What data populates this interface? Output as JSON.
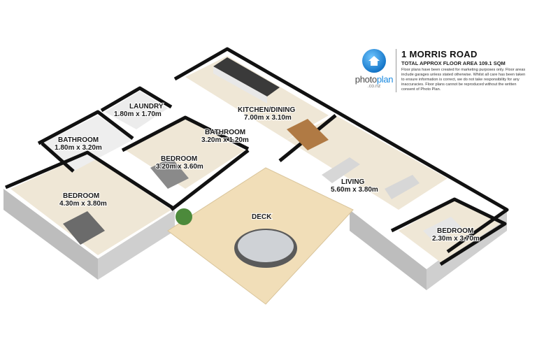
{
  "header": {
    "address": "1 MORRIS ROAD",
    "total_area": "TOTAL APPROX FLOOR AREA 109.1 SQM",
    "disclaimer": "Floor plans have been created for marketing purposes only. Floor areas include garages unless stated otherwise. Whilst all care has been taken to ensure information is correct, we do not take responsibility for any inaccuracies. Floor plans cannot be reproduced without the written consent of Photo Plan."
  },
  "brand": {
    "name_part1": "photo",
    "name_part2": "plan",
    "domain": ".co.nz",
    "icon": "house-icon"
  },
  "rooms": {
    "laundry": {
      "name": "LAUNDRY",
      "dims": "1.80m x 1.70m"
    },
    "kitchen": {
      "name": "KITCHEN/DINING",
      "dims": "7.00m x 3.10m"
    },
    "bathroom1": {
      "name": "BATHROOM",
      "dims": "1.80m x 3.20m"
    },
    "bathroom2": {
      "name": "BATHROOM",
      "dims": "3.20m x 1.20m"
    },
    "bedroom1": {
      "name": "BEDROOM",
      "dims": "3.20m x 3.60m"
    },
    "bedroom2": {
      "name": "BEDROOM",
      "dims": "4.30m x 3.80m"
    },
    "living": {
      "name": "LIVING",
      "dims": "5.60m x 3.80m"
    },
    "bedroom3": {
      "name": "BEDROOM",
      "dims": "2.30m x 3.70m"
    },
    "deck": {
      "name": "DECK",
      "dims": ""
    }
  },
  "colors": {
    "wall_top": "#111111",
    "wall_face": "#c9c9c9",
    "wall_inner": "#e4e4e4",
    "floor": "#efe7d6",
    "deck": "#f1deb8",
    "brand_blue": "#1a8ae0"
  }
}
